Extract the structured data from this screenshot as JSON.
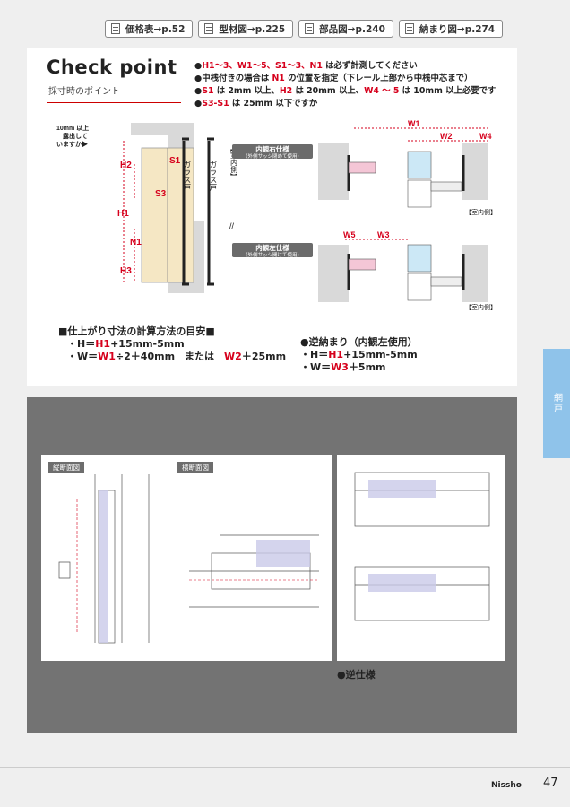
{
  "nav": [
    {
      "label": "価格表→p.52",
      "icon": "document-icon"
    },
    {
      "label": "型材図→p.225",
      "icon": "document-icon"
    },
    {
      "label": "部品図→p.240",
      "icon": "document-icon"
    },
    {
      "label": "納まり図→p.274",
      "icon": "document-icon"
    }
  ],
  "checkpoint": {
    "title": "Check point",
    "subtitle": "採寸時のポイント",
    "notes": [
      {
        "red": "H1〜3、W1〜5、S1〜3、N1",
        "text": " は必ず計測してください"
      },
      {
        "pre": "中桟付きの場合は ",
        "red": "N1",
        "text": " の位置を指定（下レール上部から中桟中芯まで）"
      },
      {
        "red": "S1",
        "text": " は 2mm 以上、",
        "red2": "H2",
        "text2": " は 20mm 以上、",
        "red3": "W4 〜 5",
        "text3": " は 10mm 以上必要です"
      },
      {
        "red": "S3-S1",
        "text": " は 25mm 以下ですか"
      }
    ]
  },
  "section_diagram": {
    "label_exposed": "10mm 以上 露出して いますか▶",
    "label_glass1": "ガラス戸",
    "label_glass2": "ガラス戸",
    "label_indoor": "【室内側】",
    "h1": "H1",
    "h2": "H2",
    "h3": "H3",
    "n1": "N1",
    "s1": "S1",
    "s3": "S3",
    "fold": "//"
  },
  "plan_diagram": {
    "right_spec_title": "内観右仕様",
    "right_spec_note": "（外側サッシ閉めて使用）",
    "left_spec_title": "内観左仕様",
    "left_spec_note": "（外側サッシ開けて使用）",
    "w1": "W1",
    "w2": "W2",
    "w3": "W3",
    "w4": "W4",
    "w5": "W5",
    "indoor_label1": "【室内側】",
    "indoor_label2": "【室内側】"
  },
  "calc": {
    "heading": "■仕上がり寸法の計算方法の目安■",
    "h_line": {
      "pre": "・H＝",
      "red": "H1",
      "post": "+15mm-5mm"
    },
    "w_line": {
      "pre": "・W＝",
      "red": "W1",
      "post": "÷2＋40mm　または　",
      "red2": "W2",
      "post2": "＋25mm"
    }
  },
  "reverse_calc": {
    "heading": "●逆納まり（内観左使用）",
    "h_line": {
      "pre": "・H＝",
      "red": "H1",
      "post": "+15mm-5mm"
    },
    "w_line": {
      "pre": "・W＝",
      "red": "W3",
      "post": "＋5mm"
    }
  },
  "side_tab": "網戸",
  "figures": {
    "tag_vertical": "縦断面図",
    "tag_horizontal": "横断面図",
    "reverse_label": "●逆仕様"
  },
  "footer": {
    "brand": "Nissho",
    "page": "47"
  },
  "colors": {
    "accent_red": "#d6001c",
    "tab_blue": "#8fc3ea",
    "gray_panel": "#737373"
  }
}
